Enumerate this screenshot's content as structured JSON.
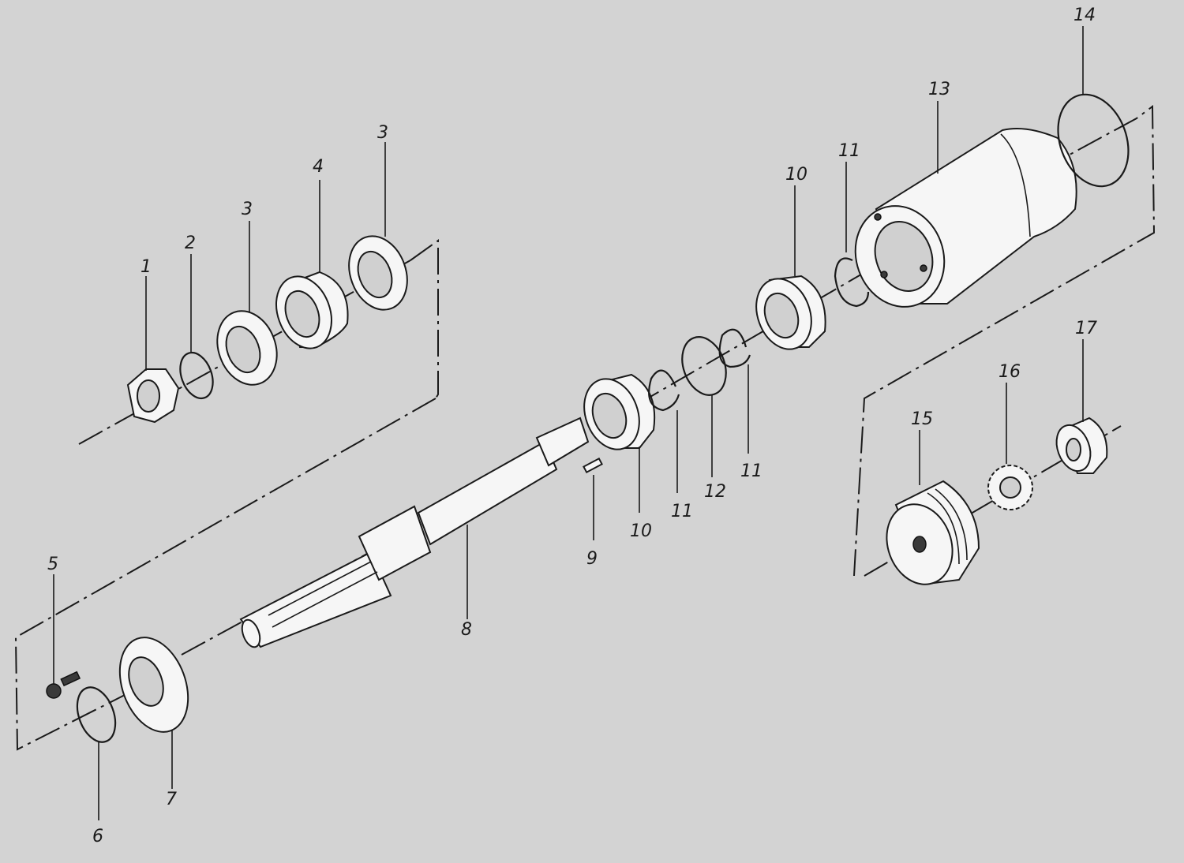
{
  "background_color": "#d3d3d3",
  "line_color": "#1a1a1a",
  "callouts": [
    "1",
    "2",
    "3",
    "4",
    "5",
    "6",
    "7",
    "8",
    "9",
    "10",
    "11",
    "12",
    "13",
    "14",
    "15",
    "16",
    "17"
  ]
}
